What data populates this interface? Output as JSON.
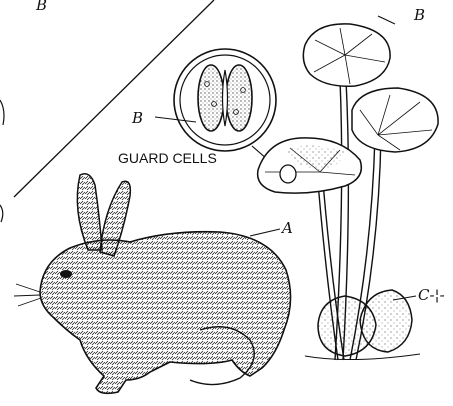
{
  "diagram": {
    "labels": {
      "top_letter": "B",
      "plant_label": "B",
      "guard_cell_label": "B",
      "caption": "GUARD CELLS",
      "animal_label": "A",
      "rock_label": "C-¦-"
    },
    "colors": {
      "ink": "#111111",
      "paper": "#ffffff"
    }
  }
}
